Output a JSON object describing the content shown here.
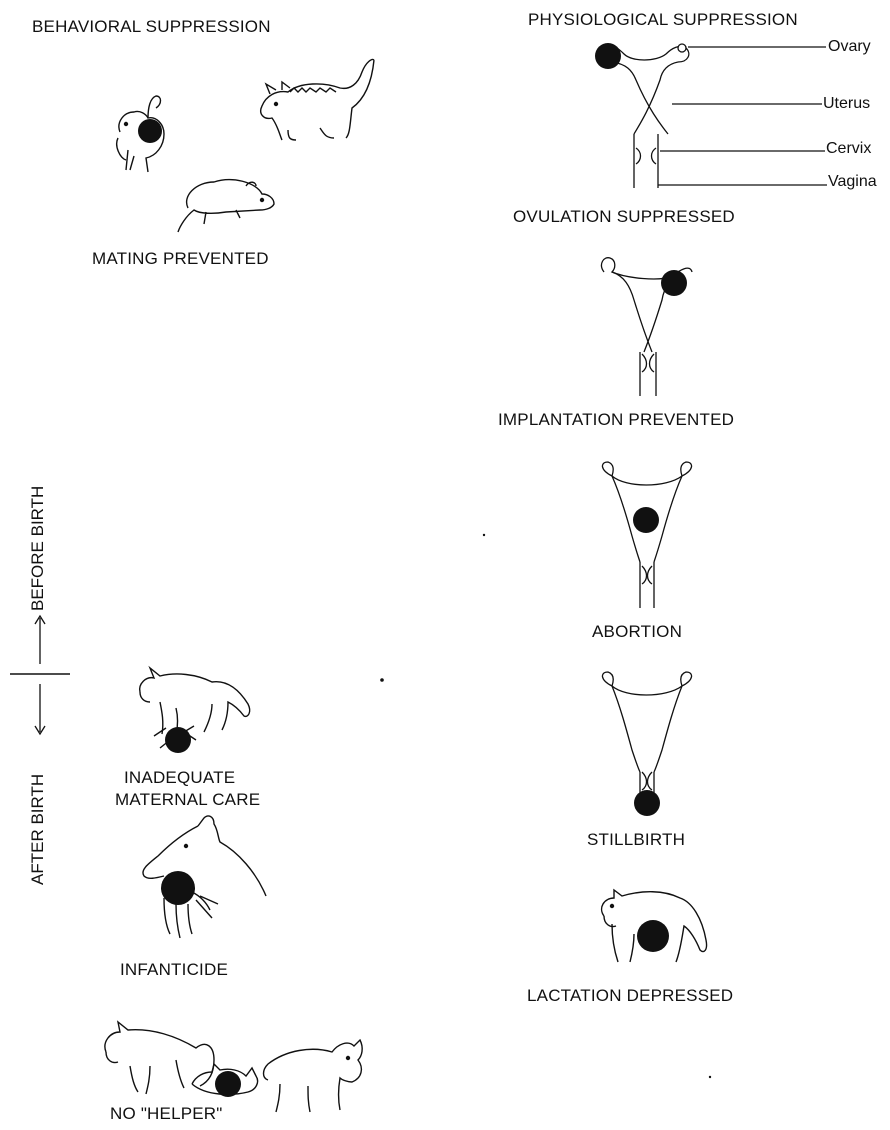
{
  "headings": {
    "behavioral": "BEHAVIORAL SUPPRESSION",
    "physiological": "PHYSIOLOGICAL SUPPRESSION"
  },
  "reproductive_parts": [
    "Ovary",
    "Uterus",
    "Cervix",
    "Vagina"
  ],
  "axis": {
    "before": "BEFORE BIRTH",
    "after": "AFTER BIRTH"
  },
  "behavioral_outcomes": {
    "mating": "MATING PREVENTED",
    "maternal_care_line1": "INADEQUATE",
    "maternal_care_line2": "MATERNAL CARE",
    "infanticide": "INFANTICIDE",
    "helper": "NO \"HELPER\""
  },
  "physiological_outcomes": {
    "ovulation": "OVULATION SUPPRESSED",
    "implantation": "IMPLANTATION PREVENTED",
    "abortion": "ABORTION",
    "stillbirth": "STILLBIRTH",
    "lactation": "LACTATION DEPRESSED"
  }
}
